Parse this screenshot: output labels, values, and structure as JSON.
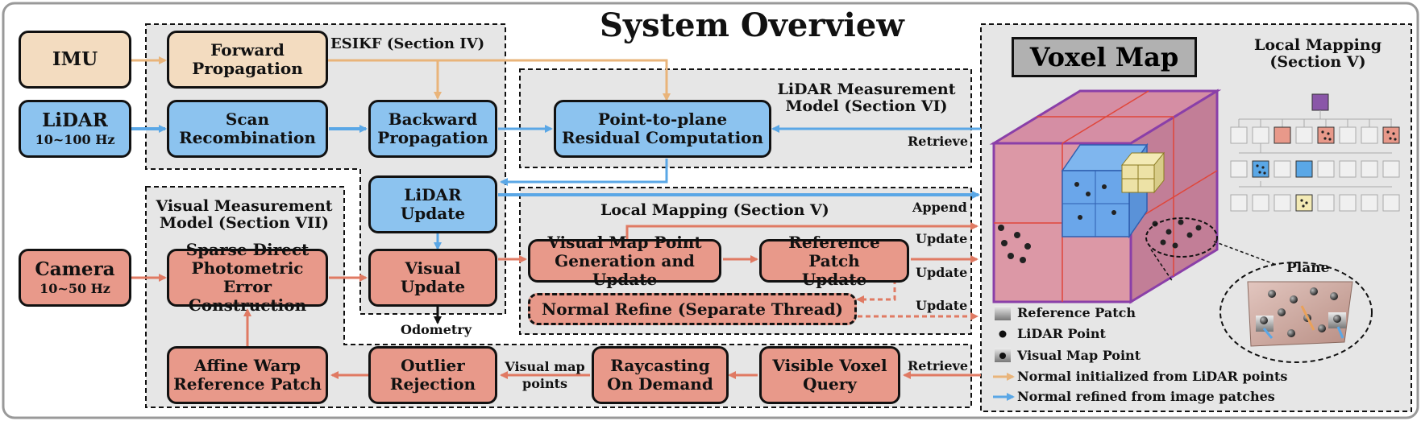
{
  "title": "System Overview",
  "sensors": {
    "imu": {
      "name": "IMU",
      "rate": ""
    },
    "lidar": {
      "name": "LiDAR",
      "rate": "10~100 Hz"
    },
    "camera": {
      "name": "Camera",
      "rate": "10~50 Hz"
    }
  },
  "modules": {
    "forward_propagation": "Forward\nPropagation",
    "scan_recombination": "Scan\nRecombination",
    "backward_propagation": "Backward\nPropagation",
    "point_to_plane": "Point-to-plane\nResidual Computation",
    "lidar_update": "LiDAR\nUpdate",
    "visual_update": "Visual\nUpdate",
    "sparse_direct": "Sparse Direct\nPhotometric Error\nConstruction",
    "affine_warp": "Affine Warp\nReference Patch",
    "outlier_rejection": "Outlier\nRejection",
    "raycasting": "Raycasting\nOn Demand",
    "visible_voxel": "Visible Voxel\nQuery",
    "visual_map_point": "Visual Map Point\nGeneration and Update",
    "reference_patch_update": "Reference Patch\nUpdate",
    "normal_refine": "Normal Refine (Separate Thread)"
  },
  "sections": {
    "esikf": "ESIKF (Section IV)",
    "lidar_measurement": "LiDAR Measurement\nModel (Section VI)",
    "visual_measurement": "Visual  Measurement\nModel (Section VII)",
    "local_mapping_inner": "Local Mapping (Section V)",
    "local_mapping_right": "Local Mapping\n(Section V)"
  },
  "edge_labels": {
    "retrieve_top": "Retrieve",
    "append": "Append",
    "update_1": "Update",
    "update_2": "Update",
    "update_3": "Update",
    "odometry": "Odometry",
    "visual_map_points": "Visual map\npoints",
    "retrieve_bottom": "Retrieve"
  },
  "voxel_map": {
    "title": "Voxel Map",
    "plane_label": "Plane"
  },
  "legend": [
    {
      "icon": "reference-patch-icon",
      "label": "Reference Patch"
    },
    {
      "icon": "lidar-point-icon",
      "label": "LiDAR Point"
    },
    {
      "icon": "visual-map-point-icon",
      "label": "Visual Map Point"
    },
    {
      "icon": "orange-arrow-icon",
      "label": "Normal initialized from LiDAR points"
    },
    {
      "icon": "blue-arrow-icon",
      "label": "Normal refined from image patches"
    }
  ],
  "colors": {
    "blue_node": "#8cc3ef",
    "salmon_node": "#e8998a",
    "beige_node": "#f3dcc0",
    "blue_arrow": "#5aa7e6",
    "salmon_arrow": "#e07a63",
    "orange_arrow": "#e9b47a",
    "panel_bg": "#e6e6e6"
  }
}
